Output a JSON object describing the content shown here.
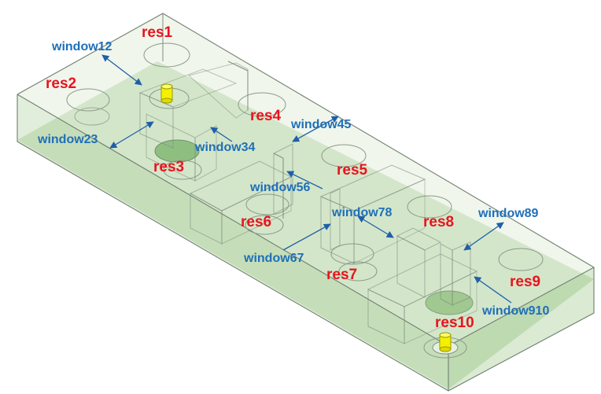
{
  "colors": {
    "resonator_label": "#e8141d",
    "window_label": "#1f6fb8",
    "arrow": "#1f5fa8",
    "housing_fill": "#dbe9d3",
    "housing_floor": "#a9cd9a",
    "post_fill": "#f2f200"
  },
  "resonators": {
    "res1": "res1",
    "res2": "res2",
    "res3": "res3",
    "res4": "res4",
    "res5": "res5",
    "res6": "res6",
    "res7": "res7",
    "res8": "res8",
    "res9": "res9",
    "res10": "res10"
  },
  "windows": {
    "window12": "window12",
    "window23": "window23",
    "window34": "window34",
    "window45": "window45",
    "window56": "window56",
    "window67": "window67",
    "window78": "window78",
    "window89": "window89",
    "window910": "window910"
  }
}
